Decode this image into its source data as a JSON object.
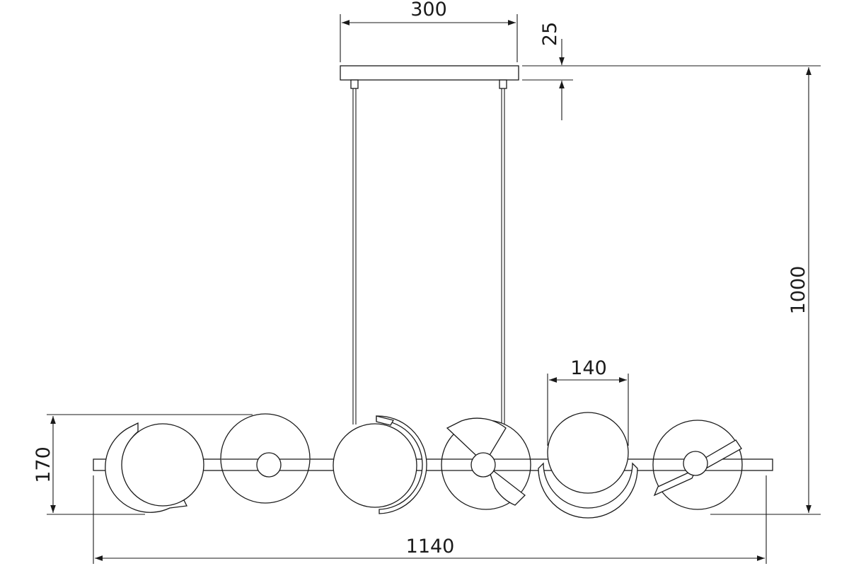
{
  "dimensions": {
    "canopy_width": "300",
    "canopy_height": "25",
    "total_height": "1000",
    "shade_diameter": "140",
    "fixture_height": "170",
    "total_length": "1140"
  }
}
